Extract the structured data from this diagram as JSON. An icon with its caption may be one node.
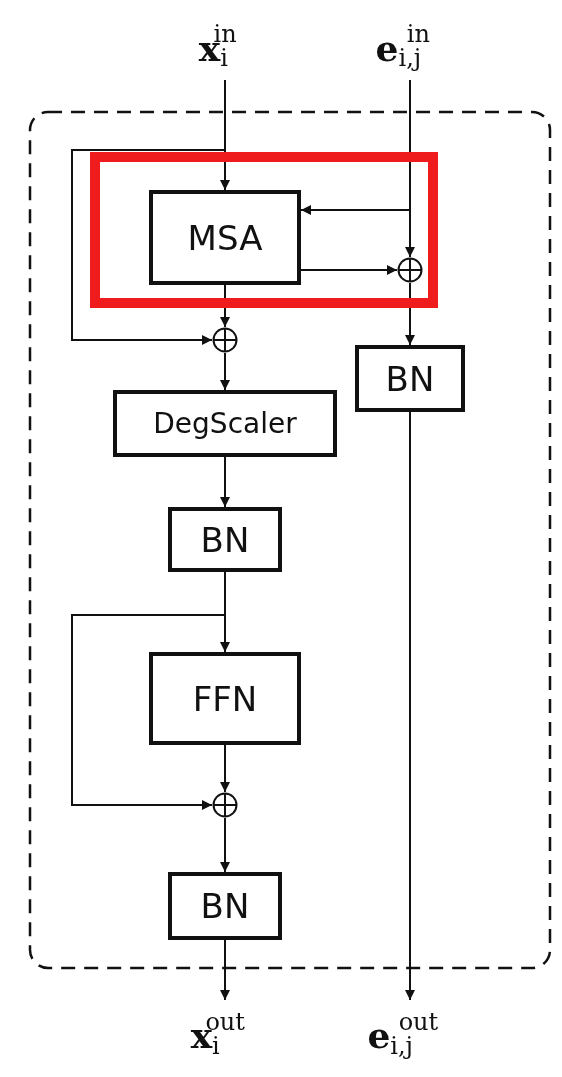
{
  "diagram": {
    "nodes": [
      {
        "text": [
          "**x**$_{i}$$^{in}$"
        ]
      },
      {
        "text": [
          "**e**$_{i,j}$$^{in}$"
        ]
      },
      {
        "text": [
          "MSA"
        ]
      },
      {
        "text": [],
        "shape": "circle"
      },
      {
        "text": [],
        "shape": "circle"
      },
      {
        "text": [
          "BN"
        ]
      },
      {
        "text": [
          "DegScaler"
        ]
      },
      {
        "text": [
          "BN"
        ]
      },
      {
        "text": [
          "FFN"
        ]
      },
      {
        "text": [],
        "shape": "circle"
      },
      {
        "text": [
          "BN"
        ]
      },
      {
        "text": [
          "**x**$_{i}$$^{out}$"
        ]
      },
      {
        "text": [
          "**e**$_{i,j}$$^{out}$"
        ]
      }
    ],
    "edges": [
      {
        "from": 0,
        "to": 2,
        "arrow": "to"
      },
      {
        "from": 0,
        "to": 4,
        "arrow": "to"
      },
      {
        "from": 1,
        "to": 2,
        "arrow": "to"
      },
      {
        "from": 1,
        "to": 3,
        "arrow": "to"
      },
      {
        "from": 2,
        "to": 3,
        "arrow": "to"
      },
      {
        "from": 2,
        "to": 4,
        "arrow": "to"
      },
      {
        "from": 3,
        "to": 5,
        "arrow": "to"
      },
      {
        "from": 4,
        "to": 6,
        "arrow": "to"
      },
      {
        "from": 6,
        "to": 7,
        "arrow": "to"
      },
      {
        "from": 7,
        "to": 8,
        "arrow": "to"
      },
      {
        "from": 7,
        "to": 9,
        "arrow": "to"
      },
      {
        "from": 8,
        "to": 9,
        "arrow": "to"
      },
      {
        "from": 9,
        "to": 10,
        "arrow": "to"
      },
      {
        "from": 10,
        "to": 11,
        "arrow": "to"
      },
      {
        "from": 5,
        "to": 12,
        "arrow": "to"
      }
    ]
  }
}
